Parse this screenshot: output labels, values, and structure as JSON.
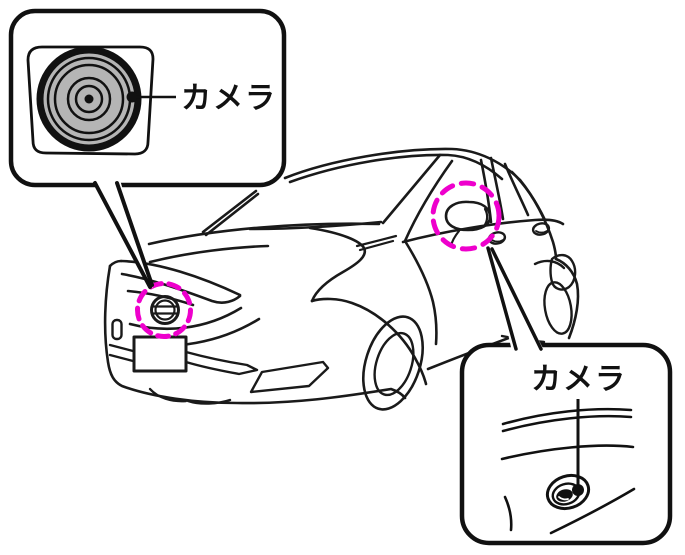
{
  "figure": {
    "type": "vehicle-camera-location-diagram",
    "labels": {
      "front_camera": "カメラ",
      "side_camera": "カメラ"
    },
    "colors": {
      "line": "#1a1a1a",
      "highlight": "#ee00cc",
      "lens_gray": "#b5b5b5",
      "background": "#ffffff"
    }
  }
}
